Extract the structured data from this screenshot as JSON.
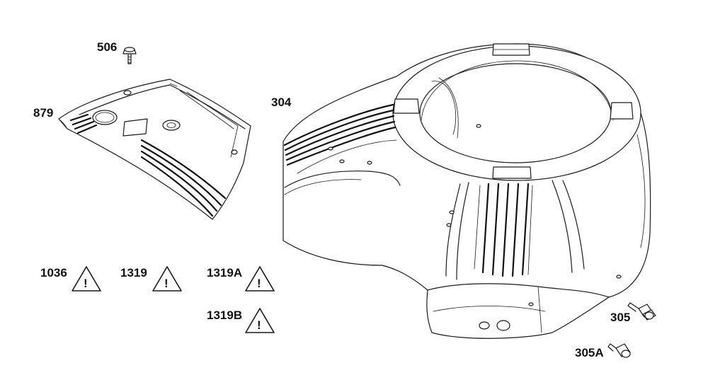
{
  "labels": {
    "p506": "506",
    "p879": "879",
    "p304": "304",
    "p305": "305",
    "p305a": "305A",
    "p1036": "1036",
    "p1319": "1319",
    "p1319a": "1319A",
    "p1319b": "1319B"
  },
  "warning_symbol": "!",
  "icons": {
    "warning": "warning-triangle-icon",
    "bolt": "bolt-icon"
  },
  "colors": {
    "line": "#1a1a1a",
    "background": "#ffffff"
  }
}
